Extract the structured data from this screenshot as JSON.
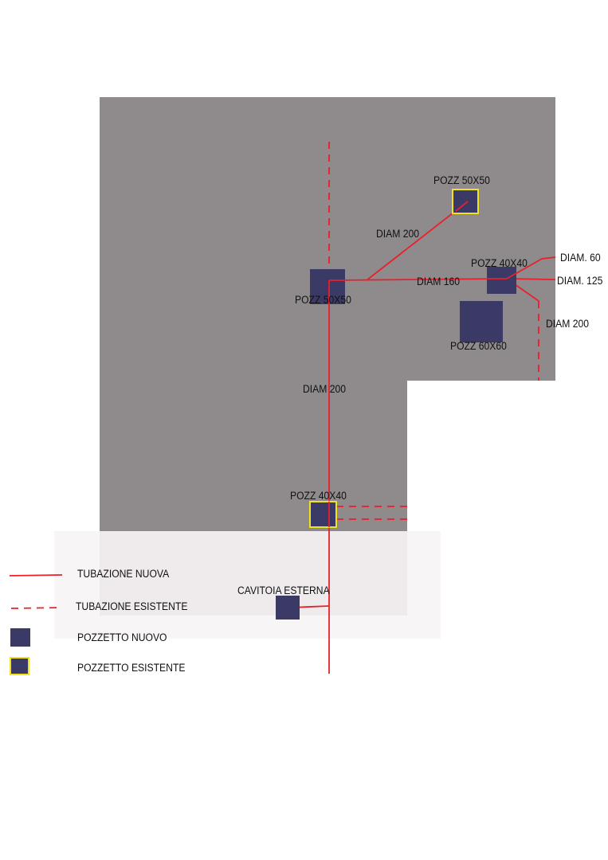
{
  "colors": {
    "building": "#8f8b8c",
    "outdoor": "#f8f5f6",
    "outdoor_inner": "#efebec",
    "pipe": "#e8202a",
    "manhole": "#3b3a66",
    "existing_border": "#f2e21a"
  },
  "labels": {
    "pozz_50_top": "POZZ 50X50",
    "diam_200_diag": "DIAM 200",
    "pozz_40_right": "POZZ 40X40",
    "diam_60": "DIAM. 60",
    "diam_160": "DIAM 160",
    "diam_125": "DIAM. 125",
    "pozz_50_main": "POZZ 50X50",
    "diam_200_right": "DIAM 200",
    "pozz_60": "POZZ 60X60",
    "diam_200_main": "DIAM 200",
    "pozz_40_bottom": "POZZ 40X40",
    "cavitoia": "CAVITOIA ESTERNA"
  },
  "legend": {
    "new_pipe": "TUBAZIONE  NUOVA",
    "existing_pipe": "TUBAZIONE ESISTENTE",
    "new_manhole": "POZZETTO NUOVO",
    "existing_manhole": "POZZETTO ESISTENTE"
  }
}
